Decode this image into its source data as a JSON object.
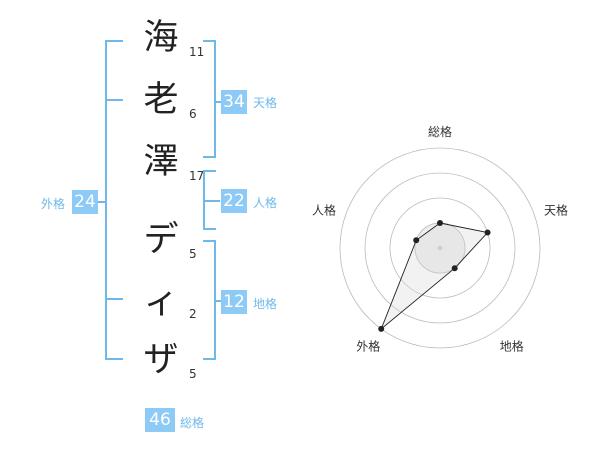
{
  "name": {
    "characters": [
      {
        "char": "海",
        "strokes": "11"
      },
      {
        "char": "老",
        "strokes": "6"
      },
      {
        "char": "澤",
        "strokes": "17"
      },
      {
        "char": "デ",
        "strokes": "5"
      },
      {
        "char": "ィ",
        "strokes": "2"
      },
      {
        "char": "ザ",
        "strokes": "5"
      }
    ]
  },
  "kaku": {
    "tenkaku": {
      "value": "34",
      "label": "天格"
    },
    "jinkaku": {
      "value": "22",
      "label": "人格"
    },
    "chikaku": {
      "value": "12",
      "label": "地格"
    },
    "gaikaku": {
      "value": "24",
      "label": "外格"
    },
    "soukaku": {
      "value": "46",
      "label": "総格"
    }
  },
  "chart_data": {
    "type": "radar",
    "axes": [
      "総格",
      "天格",
      "地格",
      "外格",
      "人格"
    ],
    "values": [
      1,
      2,
      1,
      4,
      1
    ],
    "rmax": 4,
    "rings": 4,
    "colors": {
      "ring": "#bbbbbb",
      "line": "#222222",
      "fill": "#d9d9d9",
      "point": "#222222"
    }
  },
  "colors": {
    "accent": "#8dcbf6",
    "bracket": "#6fb8ea"
  }
}
